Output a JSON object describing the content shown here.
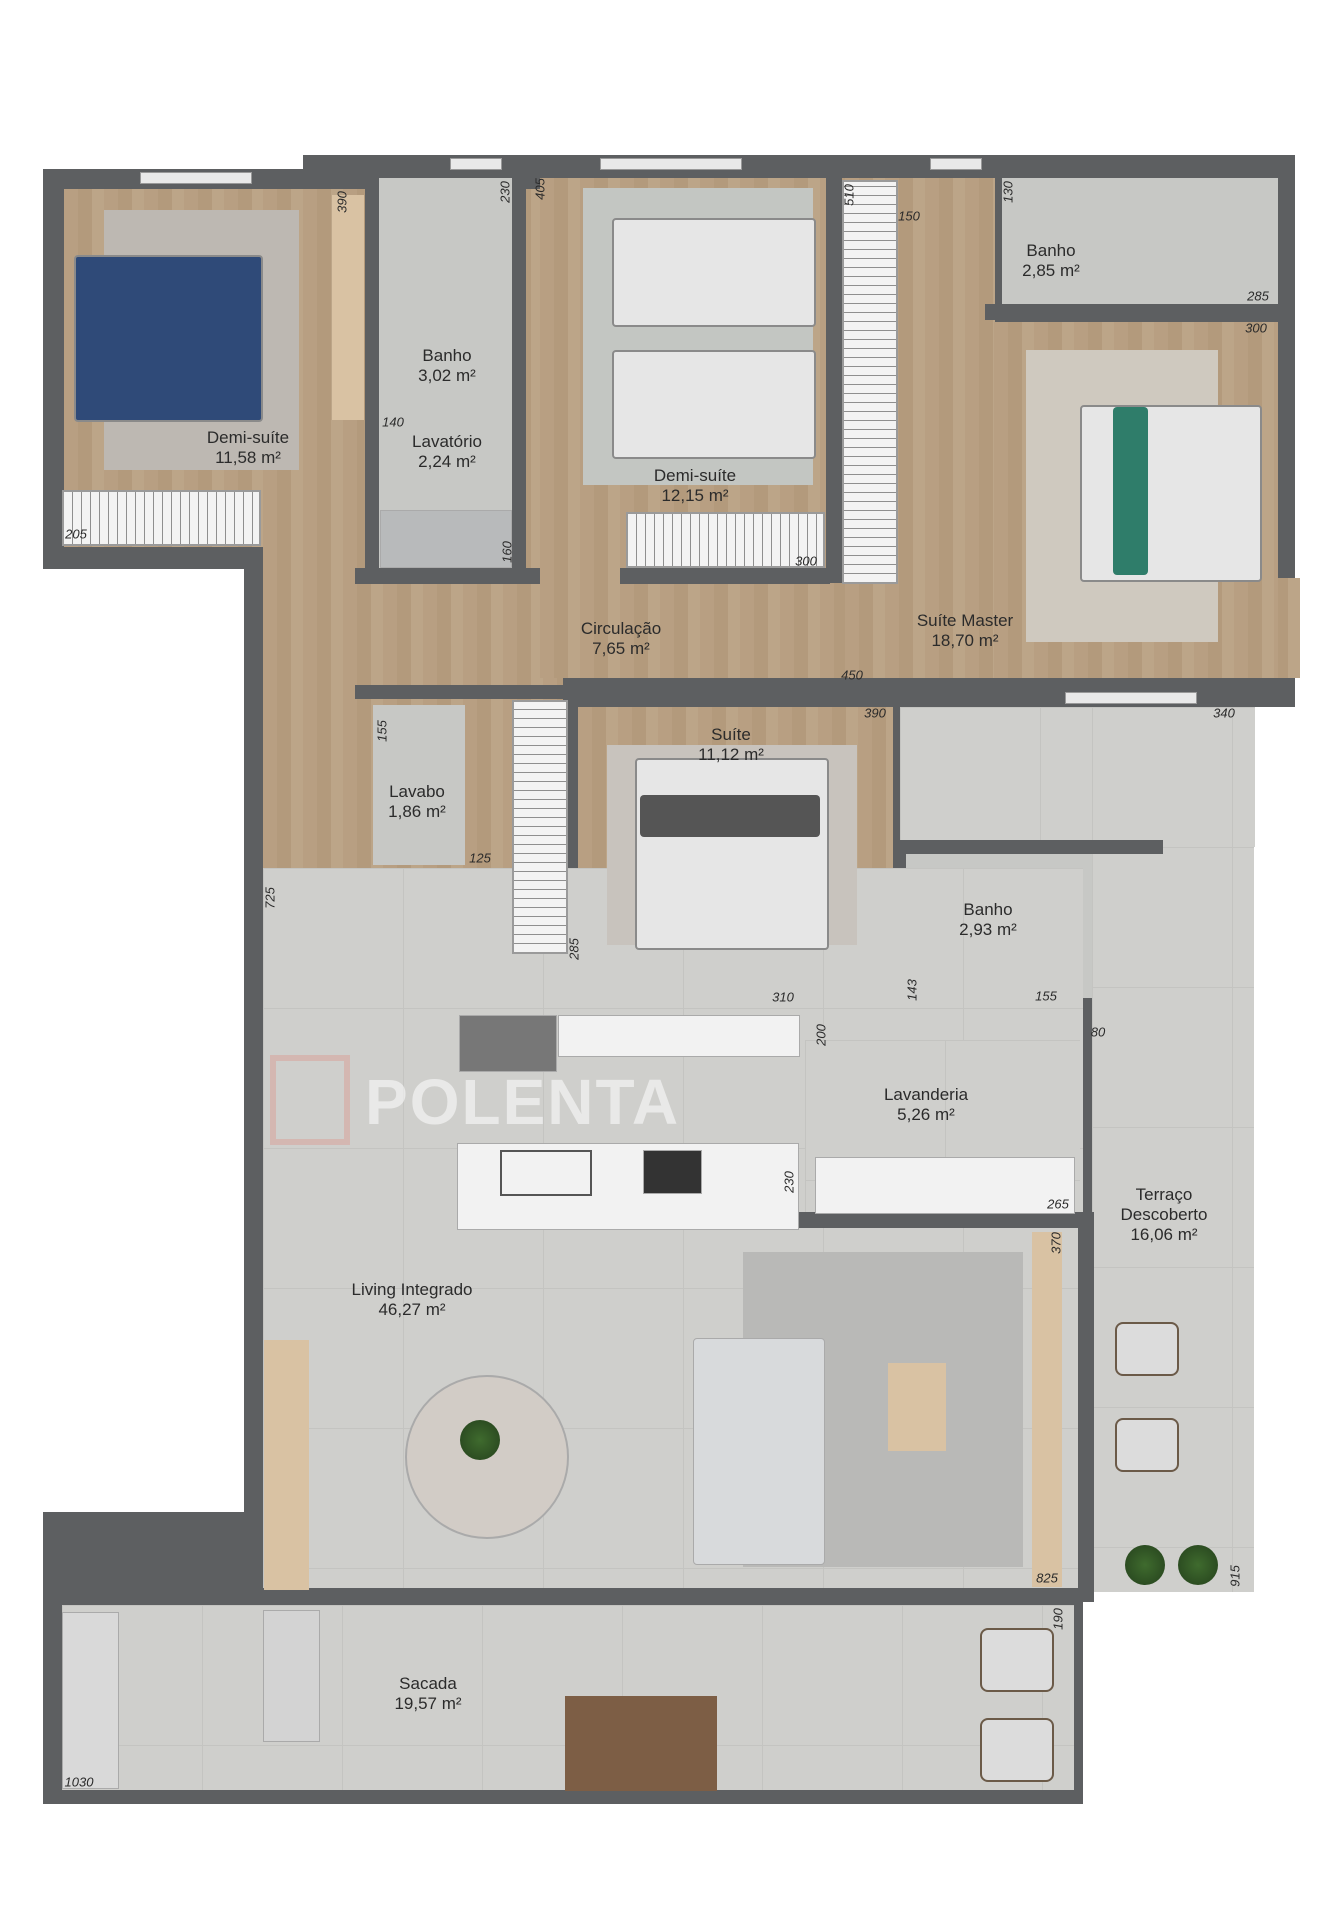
{
  "rooms": [
    {
      "name": "Demi-suíte",
      "area": "11,58 m²"
    },
    {
      "name": "Banho",
      "area": "3,02 m²"
    },
    {
      "name": "Lavatório",
      "area": "2,24 m²"
    },
    {
      "name": "Demi-suíte",
      "area": "12,15 m²"
    },
    {
      "name": "Circulação",
      "area": "7,65 m²"
    },
    {
      "name": "Banho",
      "area": "2,85 m²"
    },
    {
      "name": "Suíte Master",
      "area": "18,70 m²"
    },
    {
      "name": "Suíte",
      "area": "11,12 m²"
    },
    {
      "name": "Lavabo",
      "area": "1,86 m²"
    },
    {
      "name": "Banho",
      "area": "2,93 m²"
    },
    {
      "name": "Lavanderia",
      "area": "5,26 m²"
    },
    {
      "name": "Terraço Descoberto",
      "area": "16,06 m²"
    },
    {
      "name": "Living Integrado",
      "area": "46,27 m²"
    },
    {
      "name": "Sacada",
      "area": "19,57 m²"
    }
  ],
  "dimensions": [
    "390",
    "230",
    "405",
    "140",
    "205",
    "160",
    "510",
    "150",
    "130",
    "285",
    "300",
    "300",
    "450",
    "390",
    "340",
    "155",
    "125",
    "725",
    "285",
    "310",
    "143",
    "155",
    "200",
    "80",
    "230",
    "265",
    "370",
    "825",
    "915",
    "190",
    "1030"
  ],
  "watermark": {
    "logo_text": "POLENTA"
  },
  "colors": {
    "wall": "#5d5f61",
    "wood_floor": "#b89f82",
    "tile_floor": "#cfcfcc"
  }
}
